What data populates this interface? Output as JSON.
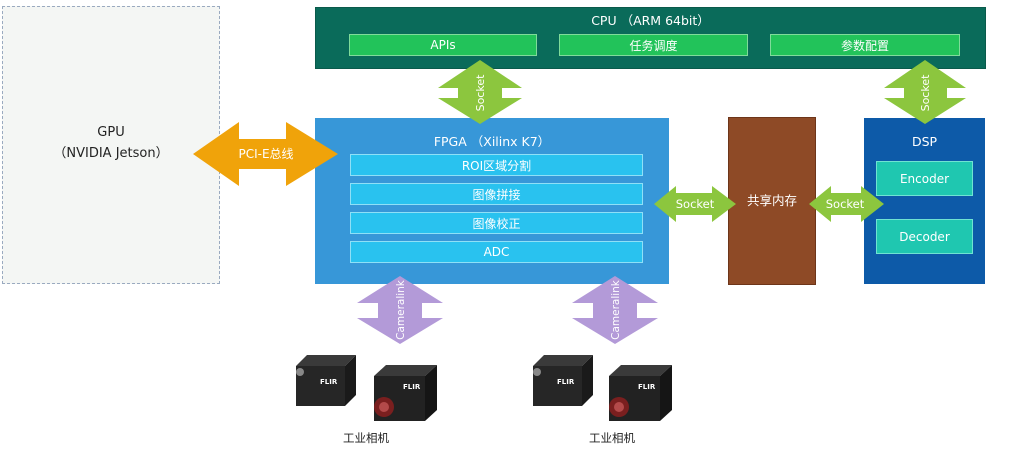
{
  "gpu": {
    "title": "GPU",
    "subtitle": "（NVIDIA Jetson）"
  },
  "cpu": {
    "title": "CPU （ARM 64bit）",
    "modules": [
      "APIs",
      "任务调度",
      "参数配置"
    ]
  },
  "fpga": {
    "title": "FPGA （Xilinx K7）",
    "modules": [
      "ROI区域分割",
      "图像拼接",
      "图像校正",
      "ADC"
    ]
  },
  "shared_memory": {
    "label": "共享内存"
  },
  "dsp": {
    "title": "DSP",
    "modules": [
      "Encoder",
      "Decoder"
    ]
  },
  "links": {
    "pcie": "PCI-E总线",
    "socket_cpu_fpga": "Socket",
    "socket_cpu_dsp": "Socket",
    "socket_fpga_mem": "Socket",
    "socket_mem_dsp": "Socket",
    "cameralink_left": "Cameralink",
    "cameralink_right": "Cameralink"
  },
  "cameras": [
    {
      "label": "工业相机",
      "brand": "FLIR"
    },
    {
      "label": "工业相机",
      "brand": "FLIR"
    }
  ],
  "colors": {
    "cpu": "#0a6b5a",
    "cpu_module": "#22c35a",
    "fpga": "#3797d8",
    "fpga_module": "#29c2ef",
    "memory": "#8e4a26",
    "dsp": "#0d5aa8",
    "dsp_module": "#1fc7b0",
    "socket_arrow": "#8cc63e",
    "pcie_arrow": "#f0a30a",
    "cameralink_arrow": "#b39ad8",
    "gpu_fill": "#f4f6f4",
    "gpu_border": "#9aaac0"
  }
}
